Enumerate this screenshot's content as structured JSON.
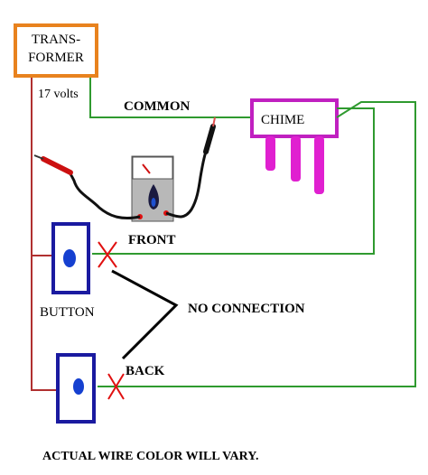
{
  "transformer": {
    "line1": "TRANS-",
    "line2": "FORMER",
    "voltage": "17 volts",
    "color": "#e8821e"
  },
  "chime": {
    "label": "CHIME",
    "color": "#c020c0"
  },
  "labels": {
    "common": "COMMON",
    "front": "FRONT",
    "back": "BACK",
    "button": "BUTTON",
    "no_connection": "NO CONNECTION",
    "footer": "ACTUAL WIRE COLOR WILL VARY."
  },
  "colors": {
    "wire_red": "#b03030",
    "wire_green": "#2f9a2f",
    "button_frame": "#1a1aa0",
    "button_dot": "#1540d0",
    "cross": "#e01010",
    "meter_body": "#b8b8b8"
  }
}
